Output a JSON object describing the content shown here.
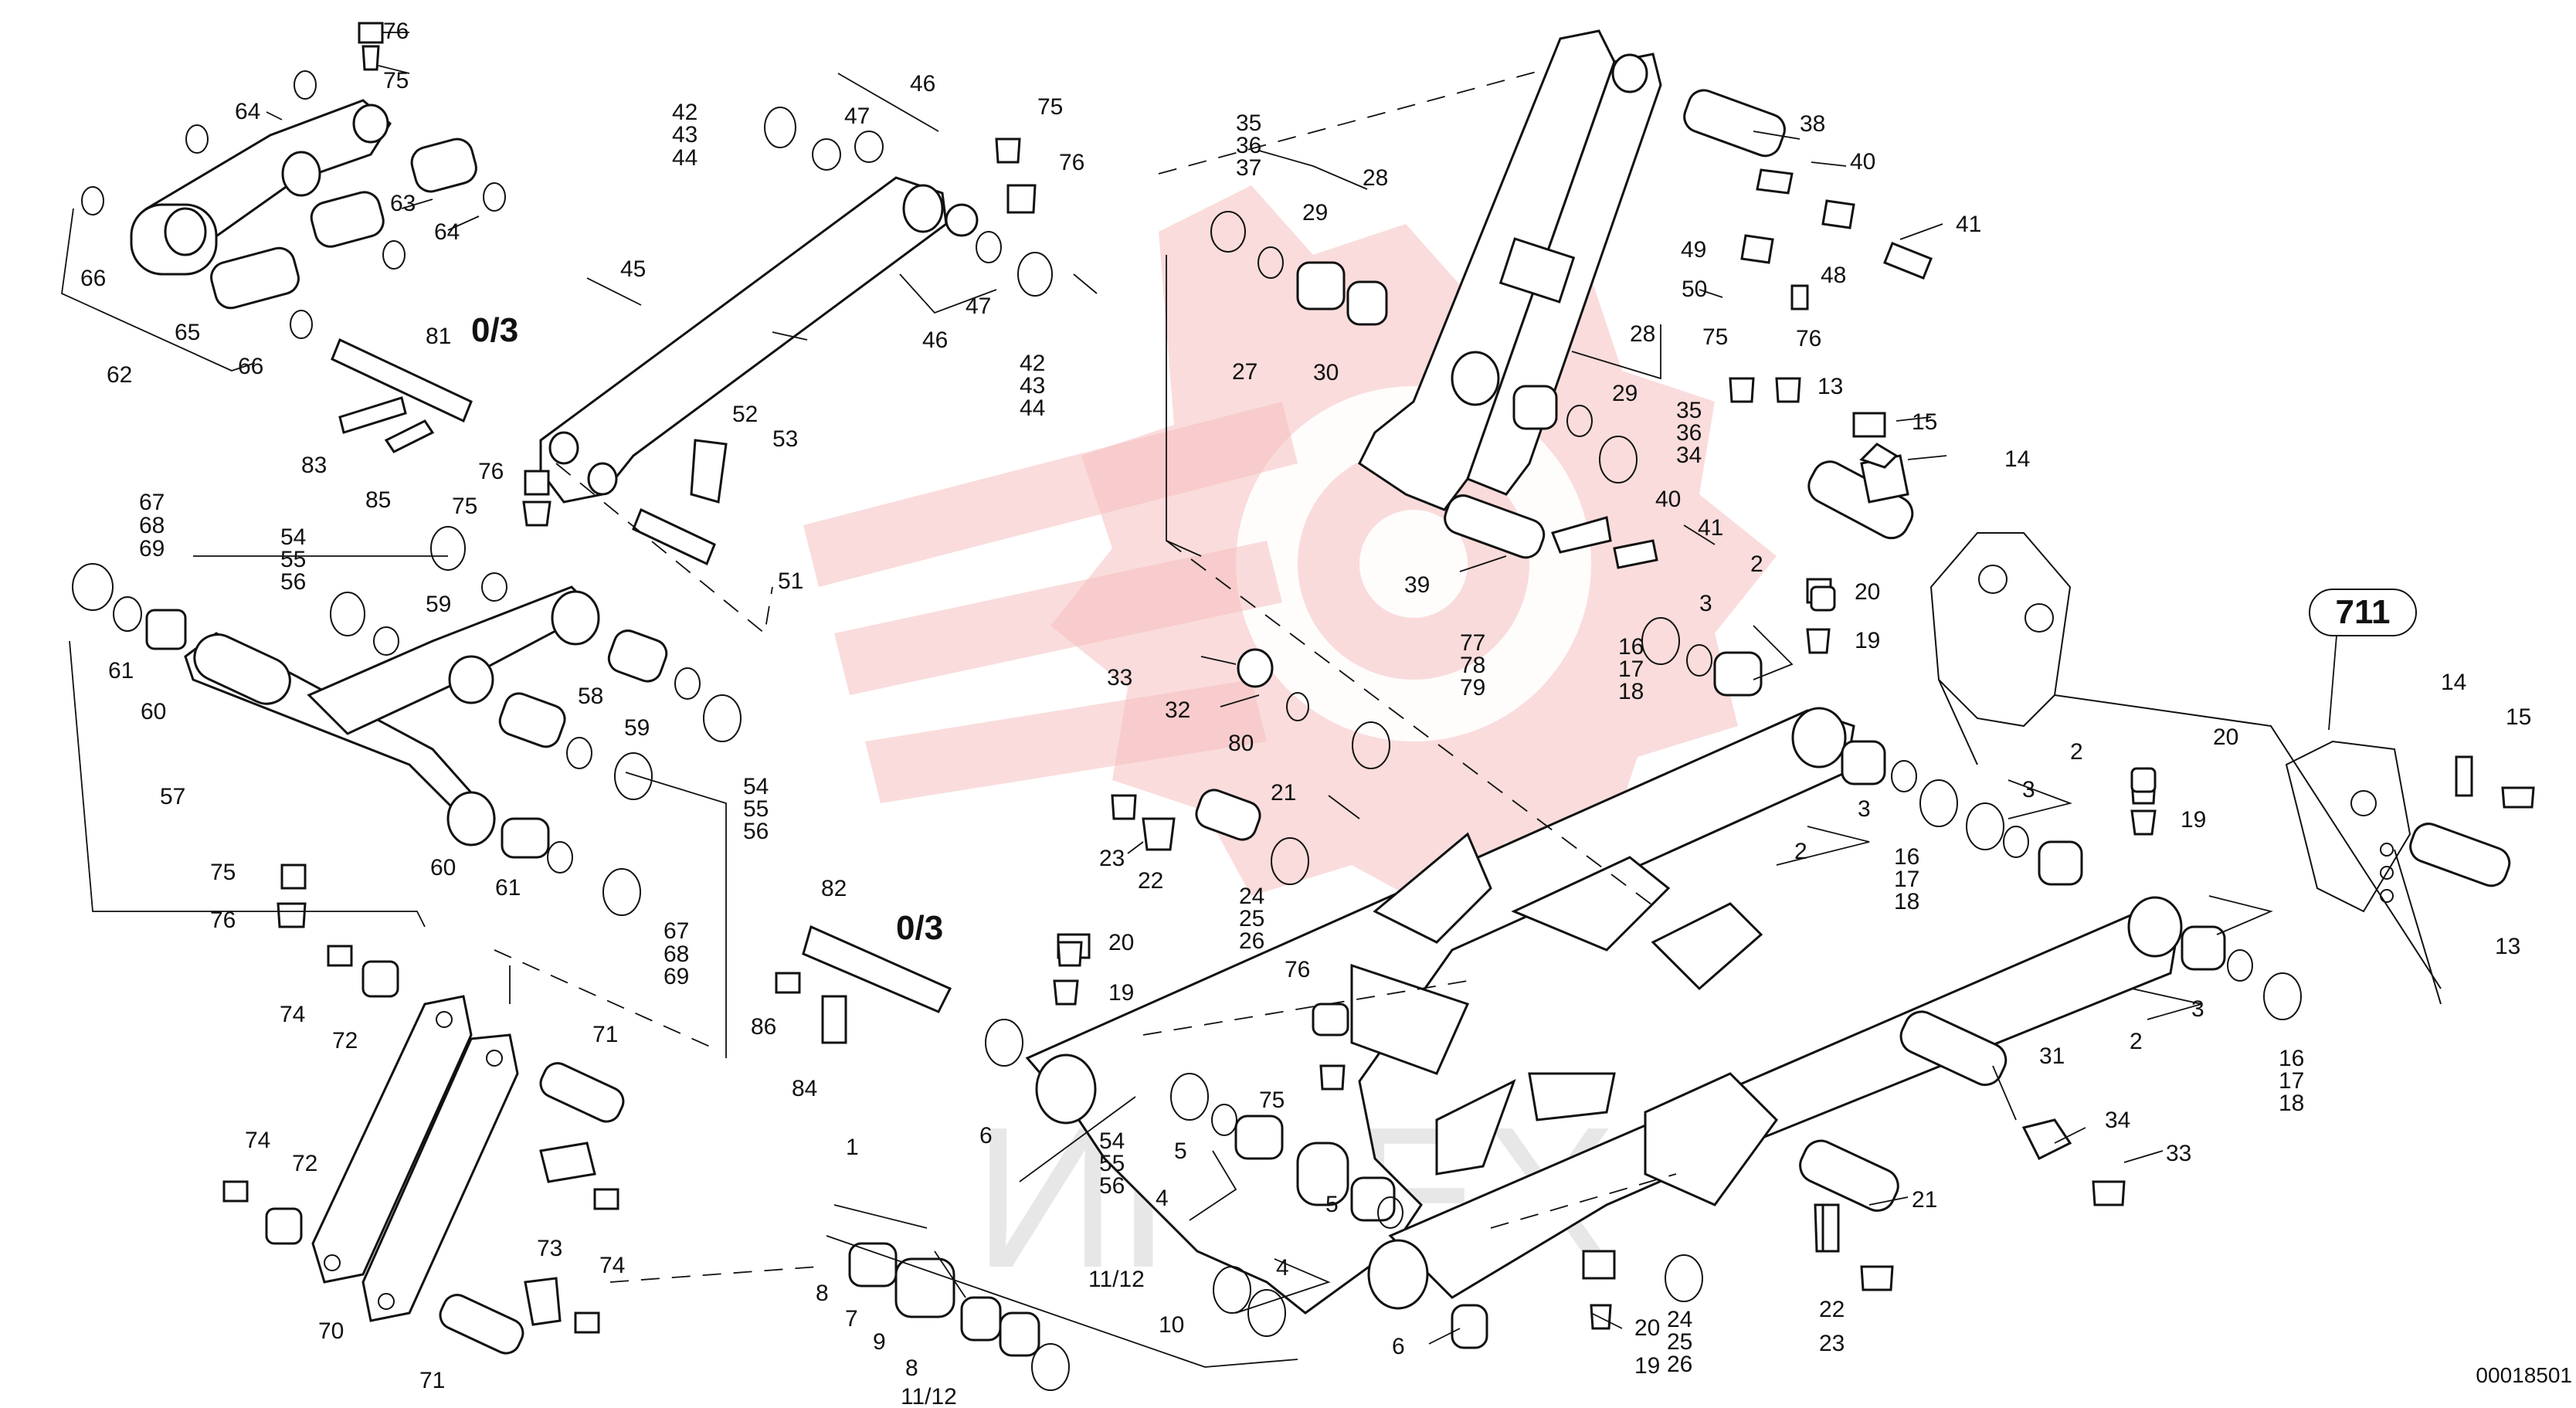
{
  "drawing": {
    "image_code": "00018501",
    "ref_group_label": "711",
    "optional_labels": [
      "0/3",
      "0/3"
    ],
    "watermark_text": "ИГТЕХ",
    "watermark_color": "#f5c0c0"
  },
  "callouts": [
    {
      "id": "c-76a",
      "text": "76"
    },
    {
      "id": "c-75a",
      "text": "75"
    },
    {
      "id": "c-64a",
      "text": "64"
    },
    {
      "id": "c-63",
      "text": "63"
    },
    {
      "id": "c-64b",
      "text": "64"
    },
    {
      "id": "c-66a",
      "text": "66"
    },
    {
      "id": "c-65",
      "text": "65"
    },
    {
      "id": "c-66b",
      "text": "66"
    },
    {
      "id": "c-62",
      "text": "62"
    },
    {
      "id": "c-81",
      "text": "81"
    },
    {
      "id": "c-83",
      "text": "83"
    },
    {
      "id": "c-85",
      "text": "85"
    },
    {
      "id": "c-42a",
      "text": "42"
    },
    {
      "id": "c-43a",
      "text": "43"
    },
    {
      "id": "c-44a",
      "text": "44"
    },
    {
      "id": "c-46a",
      "text": "46"
    },
    {
      "id": "c-47a",
      "text": "47"
    },
    {
      "id": "c-75b",
      "text": "75"
    },
    {
      "id": "c-76b",
      "text": "76"
    },
    {
      "id": "c-45",
      "text": "45"
    },
    {
      "id": "c-47b",
      "text": "47"
    },
    {
      "id": "c-46b",
      "text": "46"
    },
    {
      "id": "c-42b",
      "text": "42"
    },
    {
      "id": "c-43b",
      "text": "43"
    },
    {
      "id": "c-44b",
      "text": "44"
    },
    {
      "id": "c-52",
      "text": "52"
    },
    {
      "id": "c-53",
      "text": "53"
    },
    {
      "id": "c-51",
      "text": "51"
    },
    {
      "id": "c-76c",
      "text": "76"
    },
    {
      "id": "c-75c",
      "text": "75"
    },
    {
      "id": "c-67a",
      "text": "67"
    },
    {
      "id": "c-68a",
      "text": "68"
    },
    {
      "id": "c-69a",
      "text": "69"
    },
    {
      "id": "c-54a",
      "text": "54"
    },
    {
      "id": "c-55a",
      "text": "55"
    },
    {
      "id": "c-56a",
      "text": "56"
    },
    {
      "id": "c-59a",
      "text": "59"
    },
    {
      "id": "c-61a",
      "text": "61"
    },
    {
      "id": "c-60a",
      "text": "60"
    },
    {
      "id": "c-58",
      "text": "58"
    },
    {
      "id": "c-59b",
      "text": "59"
    },
    {
      "id": "c-54b",
      "text": "54"
    },
    {
      "id": "c-55b",
      "text": "55"
    },
    {
      "id": "c-56b",
      "text": "56"
    },
    {
      "id": "c-57",
      "text": "57"
    },
    {
      "id": "c-60b",
      "text": "60"
    },
    {
      "id": "c-61b",
      "text": "61"
    },
    {
      "id": "c-75d",
      "text": "75"
    },
    {
      "id": "c-76d",
      "text": "76"
    },
    {
      "id": "c-67b",
      "text": "67"
    },
    {
      "id": "c-68b",
      "text": "68"
    },
    {
      "id": "c-69b",
      "text": "69"
    },
    {
      "id": "c-74a",
      "text": "74"
    },
    {
      "id": "c-72a",
      "text": "72"
    },
    {
      "id": "c-71a",
      "text": "71"
    },
    {
      "id": "c-74b",
      "text": "74"
    },
    {
      "id": "c-72b",
      "text": "72"
    },
    {
      "id": "c-73",
      "text": "73"
    },
    {
      "id": "c-74c",
      "text": "74"
    },
    {
      "id": "c-70",
      "text": "70"
    },
    {
      "id": "c-71b",
      "text": "71"
    },
    {
      "id": "c-82",
      "text": "82"
    },
    {
      "id": "c-86",
      "text": "86"
    },
    {
      "id": "c-84",
      "text": "84"
    },
    {
      "id": "c-35a",
      "text": "35"
    },
    {
      "id": "c-36a",
      "text": "36"
    },
    {
      "id": "c-37",
      "text": "37"
    },
    {
      "id": "c-28a",
      "text": "28"
    },
    {
      "id": "c-29a",
      "text": "29"
    },
    {
      "id": "c-30",
      "text": "30"
    },
    {
      "id": "c-27",
      "text": "27"
    },
    {
      "id": "c-38",
      "text": "38"
    },
    {
      "id": "c-40a",
      "text": "40"
    },
    {
      "id": "c-41a",
      "text": "41"
    },
    {
      "id": "c-49",
      "text": "49"
    },
    {
      "id": "c-48",
      "text": "48"
    },
    {
      "id": "c-50",
      "text": "50"
    },
    {
      "id": "c-75e",
      "text": "75"
    },
    {
      "id": "c-76e",
      "text": "76"
    },
    {
      "id": "c-28b",
      "text": "28"
    },
    {
      "id": "c-29b",
      "text": "29"
    },
    {
      "id": "c-35b",
      "text": "35"
    },
    {
      "id": "c-36b",
      "text": "36"
    },
    {
      "id": "c-34a",
      "text": "34"
    },
    {
      "id": "c-40b",
      "text": "40"
    },
    {
      "id": "c-41b",
      "text": "41"
    },
    {
      "id": "c-39",
      "text": "39"
    },
    {
      "id": "c-13a",
      "text": "13"
    },
    {
      "id": "c-15a",
      "text": "15"
    },
    {
      "id": "c-14a",
      "text": "14"
    },
    {
      "id": "c-2a",
      "text": "2"
    },
    {
      "id": "c-3a",
      "text": "3"
    },
    {
      "id": "c-20a",
      "text": "20"
    },
    {
      "id": "c-19a",
      "text": "19"
    },
    {
      "id": "c-16a",
      "text": "16"
    },
    {
      "id": "c-17a",
      "text": "17"
    },
    {
      "id": "c-18a",
      "text": "18"
    },
    {
      "id": "c-77",
      "text": "77"
    },
    {
      "id": "c-78",
      "text": "78"
    },
    {
      "id": "c-79",
      "text": "79"
    },
    {
      "id": "c-33a",
      "text": "33"
    },
    {
      "id": "c-32",
      "text": "32"
    },
    {
      "id": "c-80",
      "text": "80"
    },
    {
      "id": "c-21a",
      "text": "21"
    },
    {
      "id": "c-23a",
      "text": "23"
    },
    {
      "id": "c-22a",
      "text": "22"
    },
    {
      "id": "c-24a",
      "text": "24"
    },
    {
      "id": "c-25a",
      "text": "25"
    },
    {
      "id": "c-26a",
      "text": "26"
    },
    {
      "id": "c-20b",
      "text": "20"
    },
    {
      "id": "c-19b",
      "text": "19"
    },
    {
      "id": "c-3b",
      "text": "3"
    },
    {
      "id": "c-2b",
      "text": "2"
    },
    {
      "id": "c-2c",
      "text": "2"
    },
    {
      "id": "c-3c",
      "text": "3"
    },
    {
      "id": "c-16b",
      "text": "16"
    },
    {
      "id": "c-17b",
      "text": "17"
    },
    {
      "id": "c-18b",
      "text": "18"
    },
    {
      "id": "c-20c",
      "text": "20"
    },
    {
      "id": "c-19c",
      "text": "19"
    },
    {
      "id": "c-14b",
      "text": "14"
    },
    {
      "id": "c-15b",
      "text": "15"
    },
    {
      "id": "c-13b",
      "text": "13"
    },
    {
      "id": "c-3d",
      "text": "3"
    },
    {
      "id": "c-2d",
      "text": "2"
    },
    {
      "id": "c-16c",
      "text": "16"
    },
    {
      "id": "c-17c",
      "text": "17"
    },
    {
      "id": "c-18c",
      "text": "18"
    },
    {
      "id": "c-31",
      "text": "31"
    },
    {
      "id": "c-34b",
      "text": "34"
    },
    {
      "id": "c-33b",
      "text": "33"
    },
    {
      "id": "c-21b",
      "text": "21"
    },
    {
      "id": "c-22b",
      "text": "22"
    },
    {
      "id": "c-23b",
      "text": "23"
    },
    {
      "id": "c-1",
      "text": "1"
    },
    {
      "id": "c-6a",
      "text": "6"
    },
    {
      "id": "c-54c",
      "text": "54"
    },
    {
      "id": "c-55c",
      "text": "55"
    },
    {
      "id": "c-56c",
      "text": "56"
    },
    {
      "id": "c-4a",
      "text": "4"
    },
    {
      "id": "c-5a",
      "text": "5"
    },
    {
      "id": "c-76f",
      "text": "76"
    },
    {
      "id": "c-75f",
      "text": "75"
    },
    {
      "id": "c-5b",
      "text": "5"
    },
    {
      "id": "c-4b",
      "text": "4"
    },
    {
      "id": "c-8a",
      "text": "8"
    },
    {
      "id": "c-7",
      "text": "7"
    },
    {
      "id": "c-9",
      "text": "9"
    },
    {
      "id": "c-8b",
      "text": "8"
    },
    {
      "id": "c-1112a",
      "text": "11/12"
    },
    {
      "id": "c-1112b",
      "text": "11/12"
    },
    {
      "id": "c-10",
      "text": "10"
    },
    {
      "id": "c-6b",
      "text": "6"
    },
    {
      "id": "c-20d",
      "text": "20"
    },
    {
      "id": "c-19d",
      "text": "19"
    },
    {
      "id": "c-24b",
      "text": "24"
    },
    {
      "id": "c-25b",
      "text": "25"
    },
    {
      "id": "c-26b",
      "text": "26"
    }
  ]
}
